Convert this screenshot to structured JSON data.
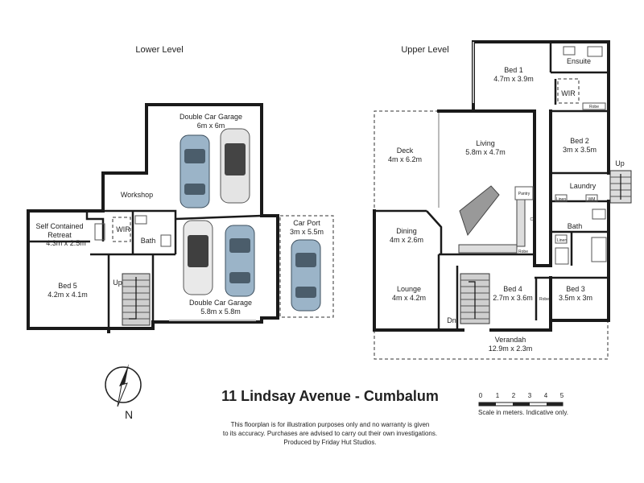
{
  "title": "11 Lindsay Avenue - Cumbalum",
  "levels": {
    "lower": "Lower Level",
    "upper": "Upper Level"
  },
  "rooms_lower": {
    "garage1_name": "Double Car Garage",
    "garage1_dim": "6m x 6m",
    "workshop": "Workshop",
    "retreat_name1": "Self Contained",
    "retreat_name2": "Retreat",
    "retreat_dim": "4.3m x 2.5m",
    "wir": "WIR",
    "bath": "Bath",
    "bed5_name": "Bed 5",
    "bed5_dim": "4.2m x 4.1m",
    "up": "Up",
    "garage2_name": "Double Car Garage",
    "garage2_dim": "5.8m x 5.8m",
    "carport_name": "Car Port",
    "carport_dim": "3m x 5.5m"
  },
  "rooms_upper": {
    "bed1_name": "Bed 1",
    "bed1_dim": "4.7m x 3.9m",
    "ensuite": "Ensuite",
    "wir": "WIR",
    "robe1": "Robe",
    "deck_name": "Deck",
    "deck_dim": "4m x 6.2m",
    "living_name": "Living",
    "living_dim": "5.8m x 4.7m",
    "bed2_name": "Bed 2",
    "bed2_dim": "3m x 3.5m",
    "up": "Up",
    "laundry": "Laundry",
    "linen": "Linen",
    "wm": "WM",
    "pantry": "Pantry",
    "ck": "CK",
    "bath": "Bath",
    "linen2": "Linen",
    "dining_name": "Dining",
    "dining_dim": "4m x 2.6m",
    "robe2": "Robe",
    "lounge_name": "Lounge",
    "lounge_dim": "4m x 4.2m",
    "bed4_name": "Bed 4",
    "bed4_dim": "2.7m x 3.6m",
    "bed3_name": "Bed 3",
    "bed3_dim": "3.5m x 3m",
    "robe3": "Robe",
    "dn": "Dn",
    "verandah_name": "Verandah",
    "verandah_dim": "12.9m x 2.3m"
  },
  "compass": {
    "north": "N"
  },
  "scale": {
    "ticks": [
      "0",
      "1",
      "2",
      "3",
      "4",
      "5"
    ],
    "caption": "Scale in meters. Indicative only."
  },
  "disclaimer": [
    "This floorplan is for illustration purposes only and no warranty is given",
    "to its accuracy. Purchases are advised to carry out their own investigations.",
    "Produced by Friday Hut Studios."
  ],
  "colors": {
    "wall": "#1a1a1a",
    "car": "#9bb4c8",
    "text": "#222222"
  }
}
